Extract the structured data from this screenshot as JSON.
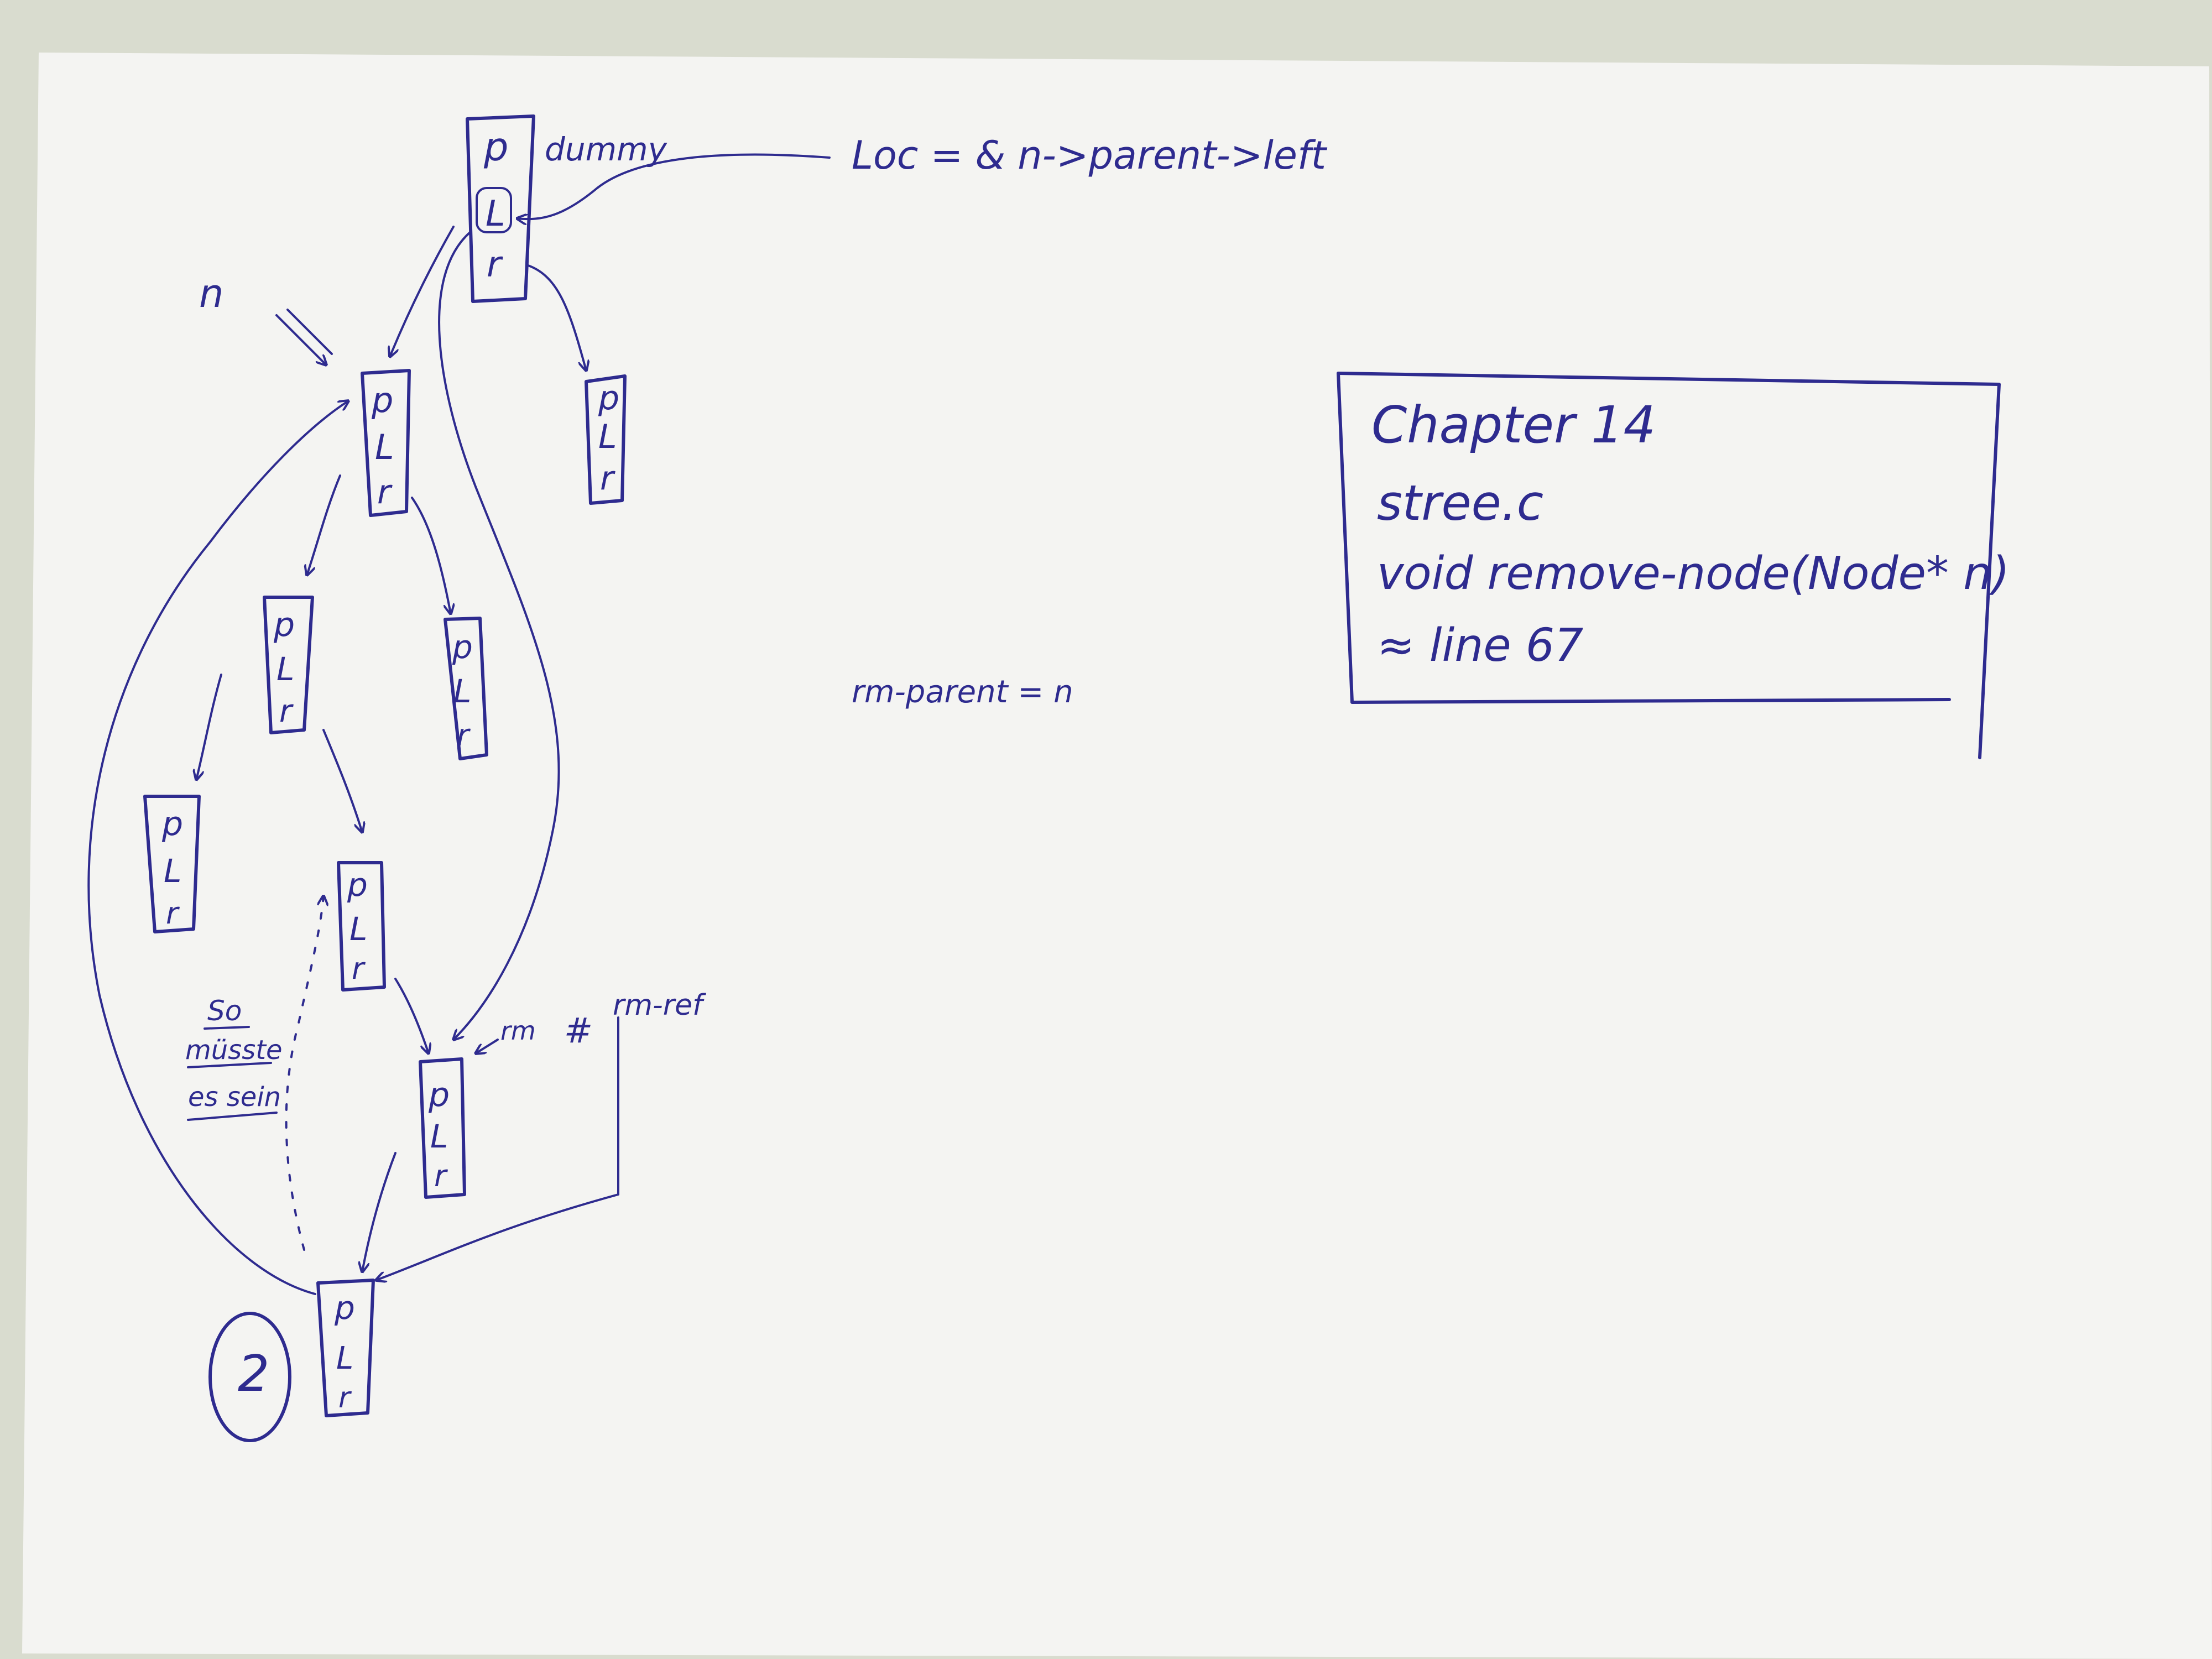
{
  "colors": {
    "ink": "#2e2b8f",
    "paper": "#f4f4f2",
    "background": "#d9dccf"
  },
  "node_fields": [
    "p",
    "L",
    "r"
  ],
  "labels": {
    "dummy": "dummy",
    "loc_expr": "Loc = & n->parent->left",
    "n": "n",
    "rm_parent": "rm-parent = n",
    "rm_ref": "rm-ref",
    "so_muss_es_sein": [
      "So",
      "müsste",
      "es sein"
    ],
    "circle_number": "2"
  },
  "info_box": {
    "lines": [
      "Chapter 14",
      "stree.c",
      "void remove-node(Node* n)",
      "≈ line 67"
    ]
  }
}
